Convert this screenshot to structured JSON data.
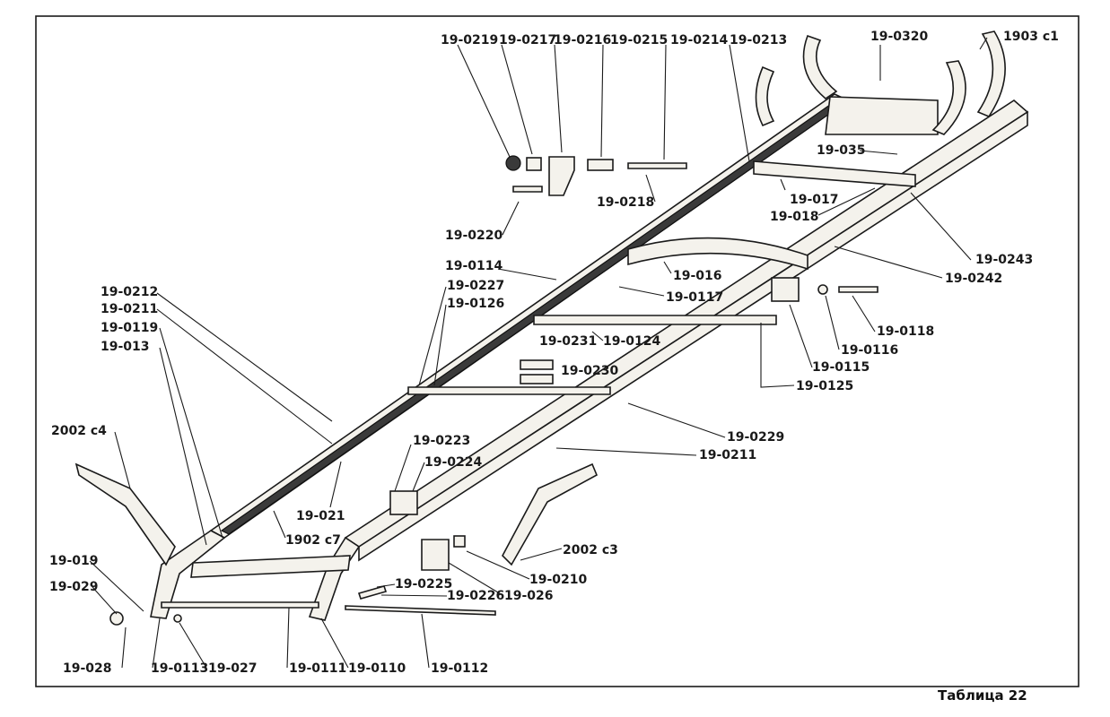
{
  "caption": "Таблица 22",
  "labels": [
    "19-0219",
    "19-0217",
    "19-0216",
    "19-0215",
    "19-0214",
    "19-0213",
    "19-0320",
    "1903 с1",
    "19-035",
    "19-017",
    "19-018",
    "19-0218",
    "19-0220",
    "19-0243",
    "19-0242",
    "19-0114",
    "19-016",
    "19-0117",
    "19-0227",
    "19-0126",
    "19-0212",
    "19-0211",
    "19-0119",
    "19-013",
    "19-0118",
    "19-0116",
    "19-0115",
    "19-0125",
    "19-0124",
    "19-0231",
    "19-0230",
    "19-0229",
    "19-0211",
    "2002 с4",
    "19-0223",
    "19-0224",
    "19-021",
    "1902 с7",
    "2002 с3",
    "19-019",
    "19-0210",
    "19-0225",
    "19-0226",
    "19-026",
    "19-029",
    "19-028",
    "19-0113",
    "19-027",
    "19-0111",
    "19-0110",
    "19-0112"
  ]
}
